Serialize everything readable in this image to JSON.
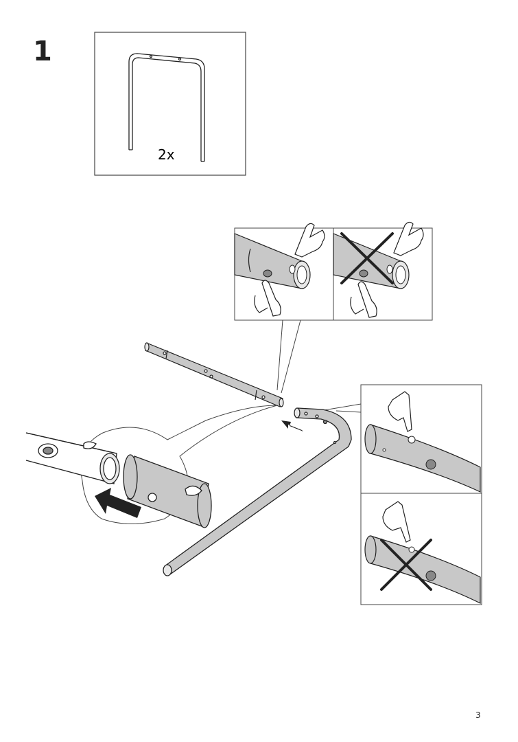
{
  "step": {
    "number": "1"
  },
  "parts_box": {
    "quantity": "2x"
  },
  "page": {
    "number": "3"
  },
  "colors": {
    "line": "#222222",
    "tube_fill": "#c8c8c8",
    "tube_light": "#e8e8e8",
    "frame": "#444444"
  },
  "icons": [
    "u-frame-icon",
    "hand-pointing-icon",
    "cross-mark-icon",
    "push-arrow-icon",
    "magnifier-bubble-icon"
  ]
}
